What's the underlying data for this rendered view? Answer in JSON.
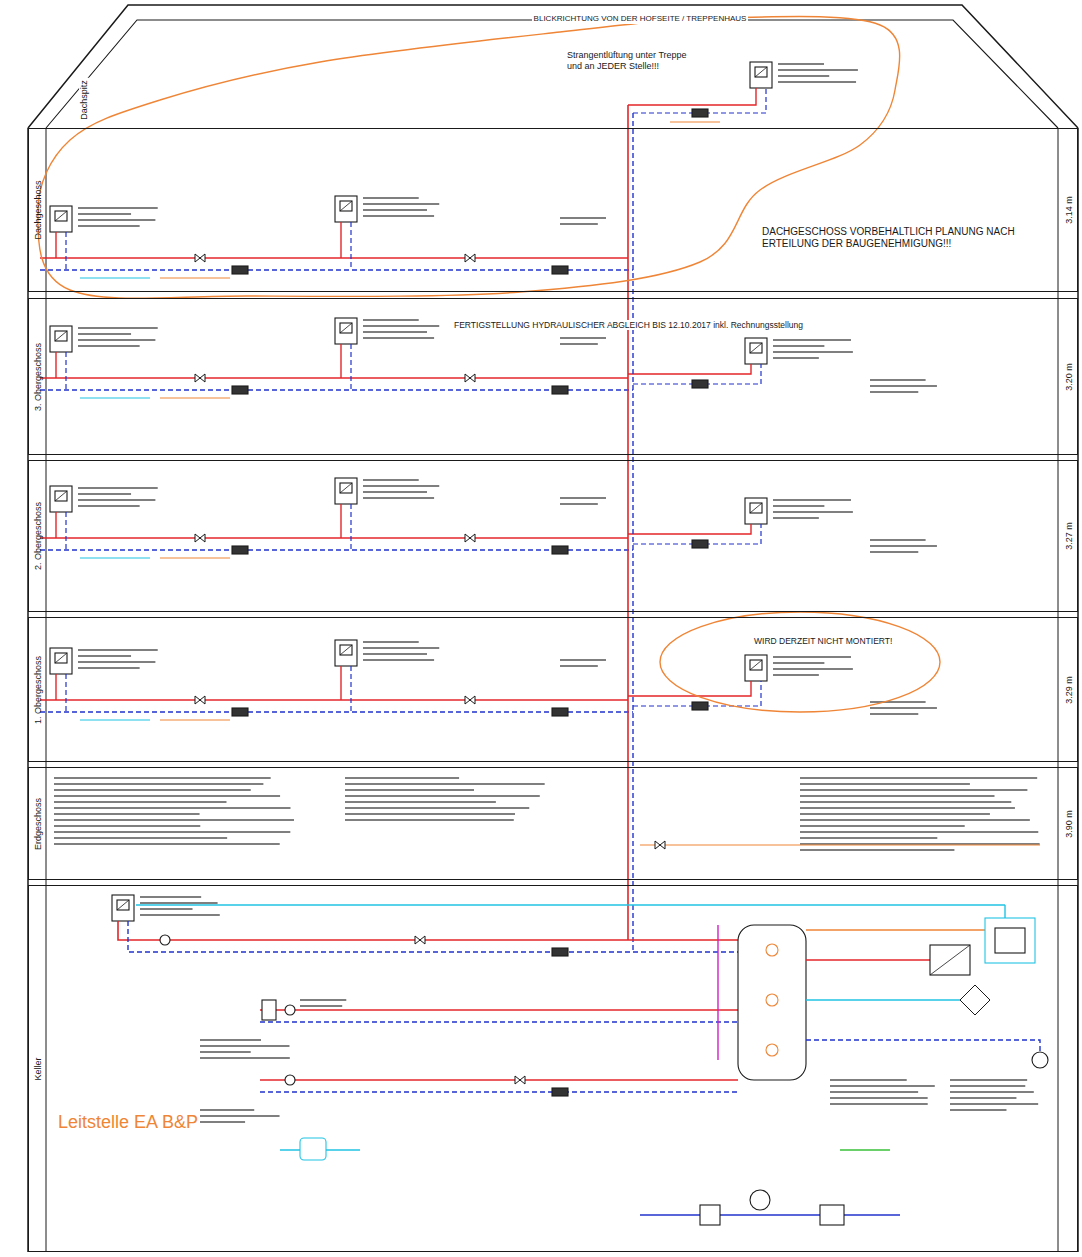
{
  "diagram": {
    "title": "BLICKRICHTUNG VON DER HOFSEITE / TREPPENHAUS",
    "nodes": [
      {
        "text": [
          "Dachgeschoss",
          "3.14 m"
        ]
      },
      {
        "text": [
          "3. Obergeschoss",
          "3.20 m"
        ]
      },
      {
        "text": [
          "2. Obergeschoss",
          "3.27 m"
        ]
      },
      {
        "text": [
          "1. Obergeschoss",
          "3.29 m"
        ]
      },
      {
        "text": [
          "Erdgeschoss",
          "3.90 m"
        ]
      },
      {
        "text": [
          "Keller"
        ]
      }
    ],
    "labels": [
      "Dachspitz",
      "Strangentlüftung unter Treppe und an JEDER Stelle!!!",
      "DACHGESCHOSS VORBEHALTLICH PLANUNG NACH ERTEILUNG DER BAUGENEHMIGUNG!!!",
      "FERTIGSTELLUNG HYDRAULISCHER ABGLEICH BIS 12.10.2017 inkl. Rechnungsstellung",
      "WIRD DERZEIT NICHT MONTIERT!",
      "Leitstelle EA B&P"
    ]
  }
}
